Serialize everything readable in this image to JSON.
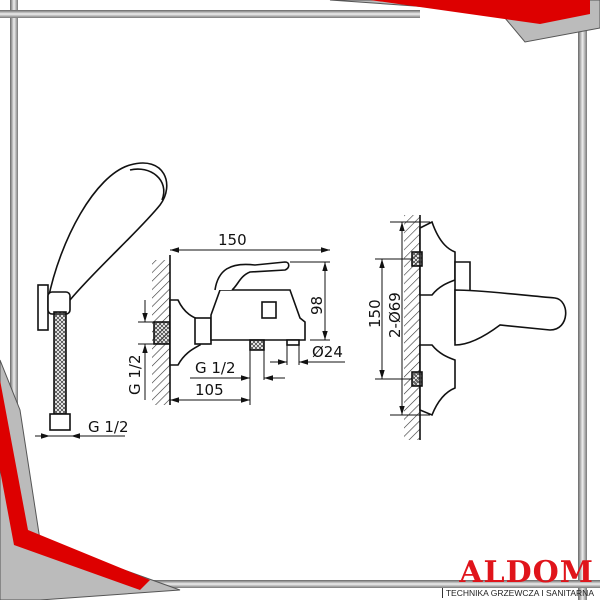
{
  "colors": {
    "brand_red": "#e0141b",
    "frame_gray": "#9a9a9a",
    "line": "#111111"
  },
  "dimensions": {
    "side_width": "150",
    "side_height": "98",
    "spout_diameter": "Ø24",
    "outlet_thread": "G 1/2",
    "inlet_thread": "G 1/2",
    "hose_thread": "G 1/2",
    "outlet_offset": "105",
    "front_height": "150",
    "flange_diameter": "2-Ø69"
  },
  "brand": {
    "name": "ALDOM",
    "tagline": "TECHNIKA GRZEWCZA I SANITARNA"
  }
}
